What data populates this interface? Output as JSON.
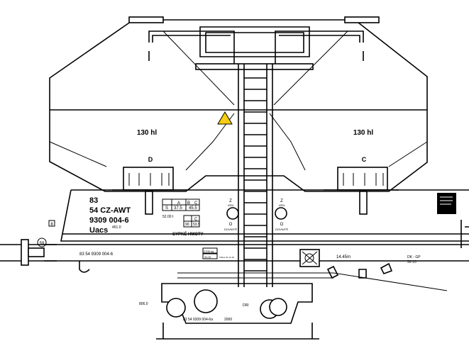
{
  "hopper_capacity": {
    "left": "130 hl",
    "right": "130 hl"
  },
  "bay_letters": {
    "left": "D",
    "right": "C"
  },
  "wagon_number": {
    "line1": "83",
    "line2": "54 CZ-AWT",
    "line3": "9309 004-6",
    "line4": "Uacs",
    "suffix": "451.0"
  },
  "load_table": {
    "headers": [
      "A",
      "B",
      "C"
    ],
    "row1": [
      "S",
      "37.5",
      "45.5"
    ],
    "weight": "52.00 t",
    "row2_labels": [
      "",
      "C"
    ],
    "row2_values": [
      "90",
      "53.5"
    ]
  },
  "cargo_label": "SYPKÉ HMOTY",
  "valve_marks": {
    "left_top": "Z",
    "left_top_sub": "VEN",
    "left_bottom": "O",
    "left_bottom_sub": "DOVNITŘ",
    "right_top": "Z",
    "right_top_sub": "VEN",
    "right_bottom": "O",
    "right_bottom_sub": "DOVNITŘ"
  },
  "buffer_mark": "59",
  "small_mark": "8",
  "frame_number": "83 54 9309 004-6",
  "frame_data": {
    "box1": "2700 kg",
    "box2": "31.0t",
    "revision": "Vrbice 01.12.16"
  },
  "length_label": "14.45m",
  "inspection": {
    "line1": "DK - GP",
    "line2": "92-10"
  },
  "bogie_left_mark": "806.0",
  "bogie_text": "DRI",
  "bottom_number": "83 54 9309 004-6a",
  "bottom_span": "2000"
}
